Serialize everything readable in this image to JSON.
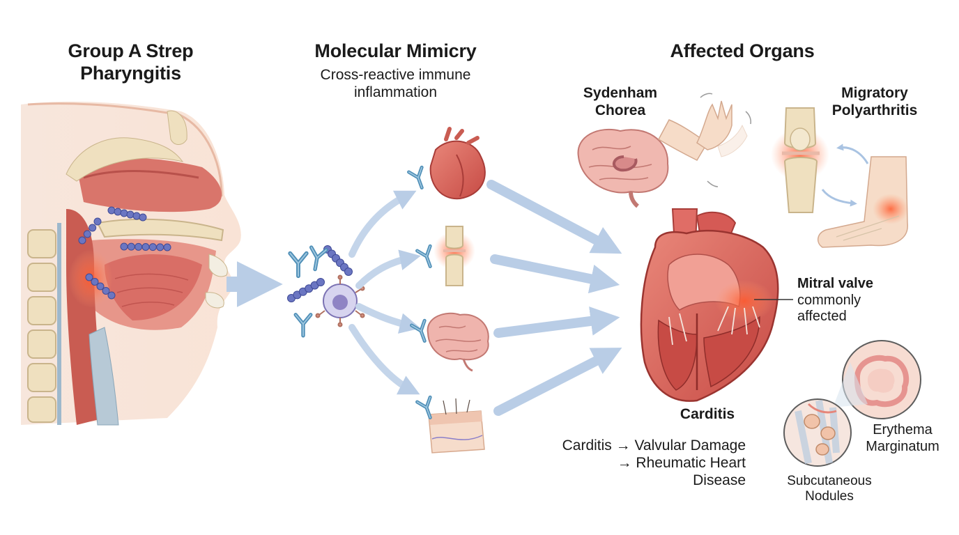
{
  "headings": {
    "trigger_line1": "Group A Strep",
    "trigger_line2": "Pharyngitis",
    "mimicry": "Molecular Mimicry",
    "mimicry_sub_line1": "Cross-reactive immune",
    "mimicry_sub_line2": "inflammation",
    "organs": "Affected Organs"
  },
  "organs": {
    "chorea_line1": "Sydenham",
    "chorea_line2": "Chorea",
    "arthritis_line1": "Migratory",
    "arthritis_line2": "Polyarthritis",
    "mitral_line1": "Mitral valve",
    "mitral_line2": "commonly",
    "mitral_line3": "affected",
    "carditis": "Carditis",
    "erythema_line1": "Erythema",
    "erythema_line2": "Marginatum",
    "nodules_line1": "Subcutaneous",
    "nodules_line2": "Nodules"
  },
  "progression": {
    "line1": "Carditis → Valvular Damage",
    "line2": "→ Rheumatic Heart",
    "line3": "Disease"
  },
  "colors": {
    "arrow": "#b9cde6",
    "tissue": "#e8a394",
    "tissue_dark": "#c95c52",
    "antibody": "#4f8fb7",
    "strep": "#6b76c2",
    "bone": "#efe0bf",
    "inflammation": "#f0603f"
  }
}
